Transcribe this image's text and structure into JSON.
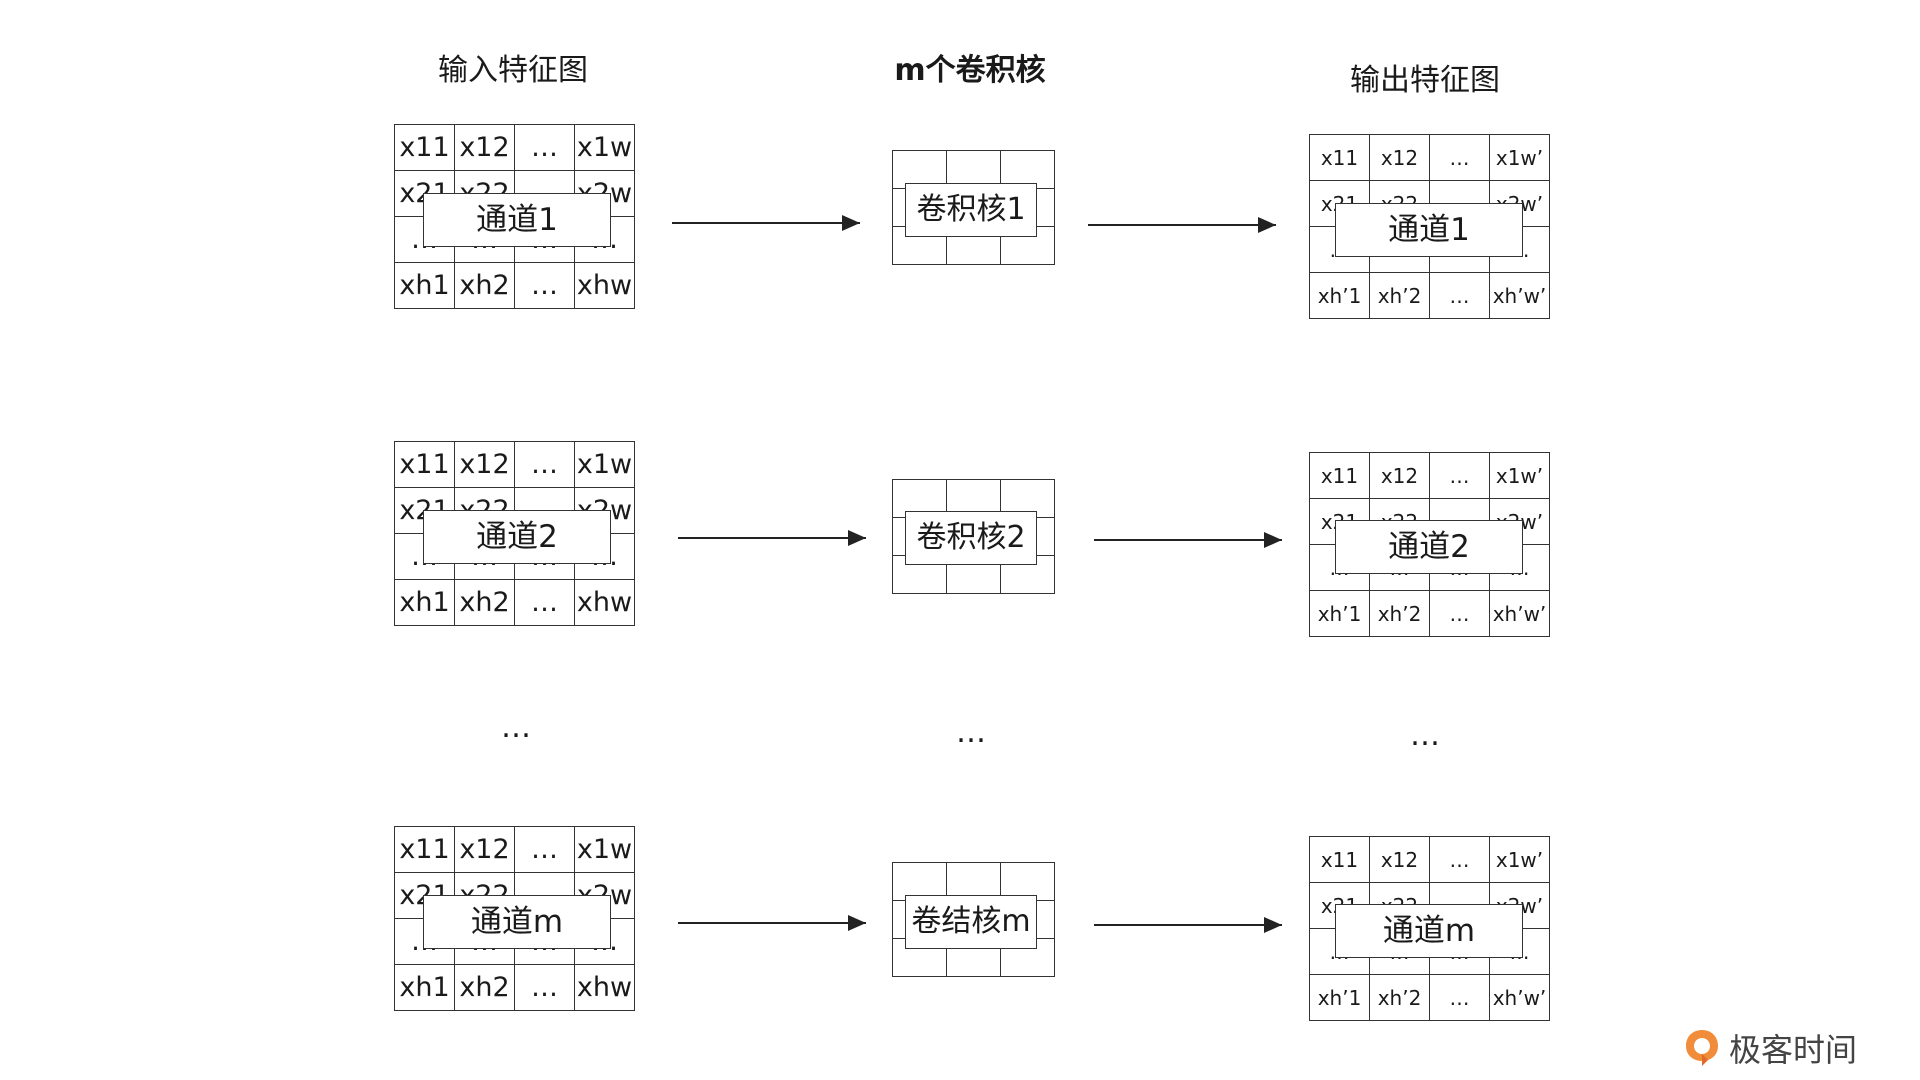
{
  "headers": {
    "input": "输入特征图",
    "kernels": "m个卷积核",
    "output": "输出特征图"
  },
  "input_grid": [
    [
      "x11",
      "x12",
      "…",
      "x1w"
    ],
    [
      "x21",
      "x22",
      "…",
      "x2w"
    ],
    [
      "…",
      "…",
      "…",
      "…"
    ],
    [
      "xh1",
      "xh2",
      "…",
      "xhw"
    ]
  ],
  "output_grid": [
    [
      "x11",
      "x12",
      "…",
      "x1w’"
    ],
    [
      "x21",
      "x22",
      "…",
      "x2w’"
    ],
    [
      "…",
      "…",
      "…",
      "…"
    ],
    [
      "xh’1",
      "xh’2",
      "…",
      "xh’w’"
    ]
  ],
  "rows": [
    {
      "input_label": "通道1",
      "kernel_label": "卷积核1",
      "output_label": "通道1"
    },
    {
      "input_label": "通道2",
      "kernel_label": "卷积核2",
      "output_label": "通道2"
    },
    {
      "input_label": "通道m",
      "kernel_label": "卷结核m",
      "output_label": "通道m"
    }
  ],
  "ellipsis": "…",
  "brand": {
    "name": "极客时间",
    "icon": "geektime-logo-icon",
    "color": "#f08c3a"
  },
  "colors": {
    "line": "#333333",
    "text": "#1a1a1a"
  }
}
